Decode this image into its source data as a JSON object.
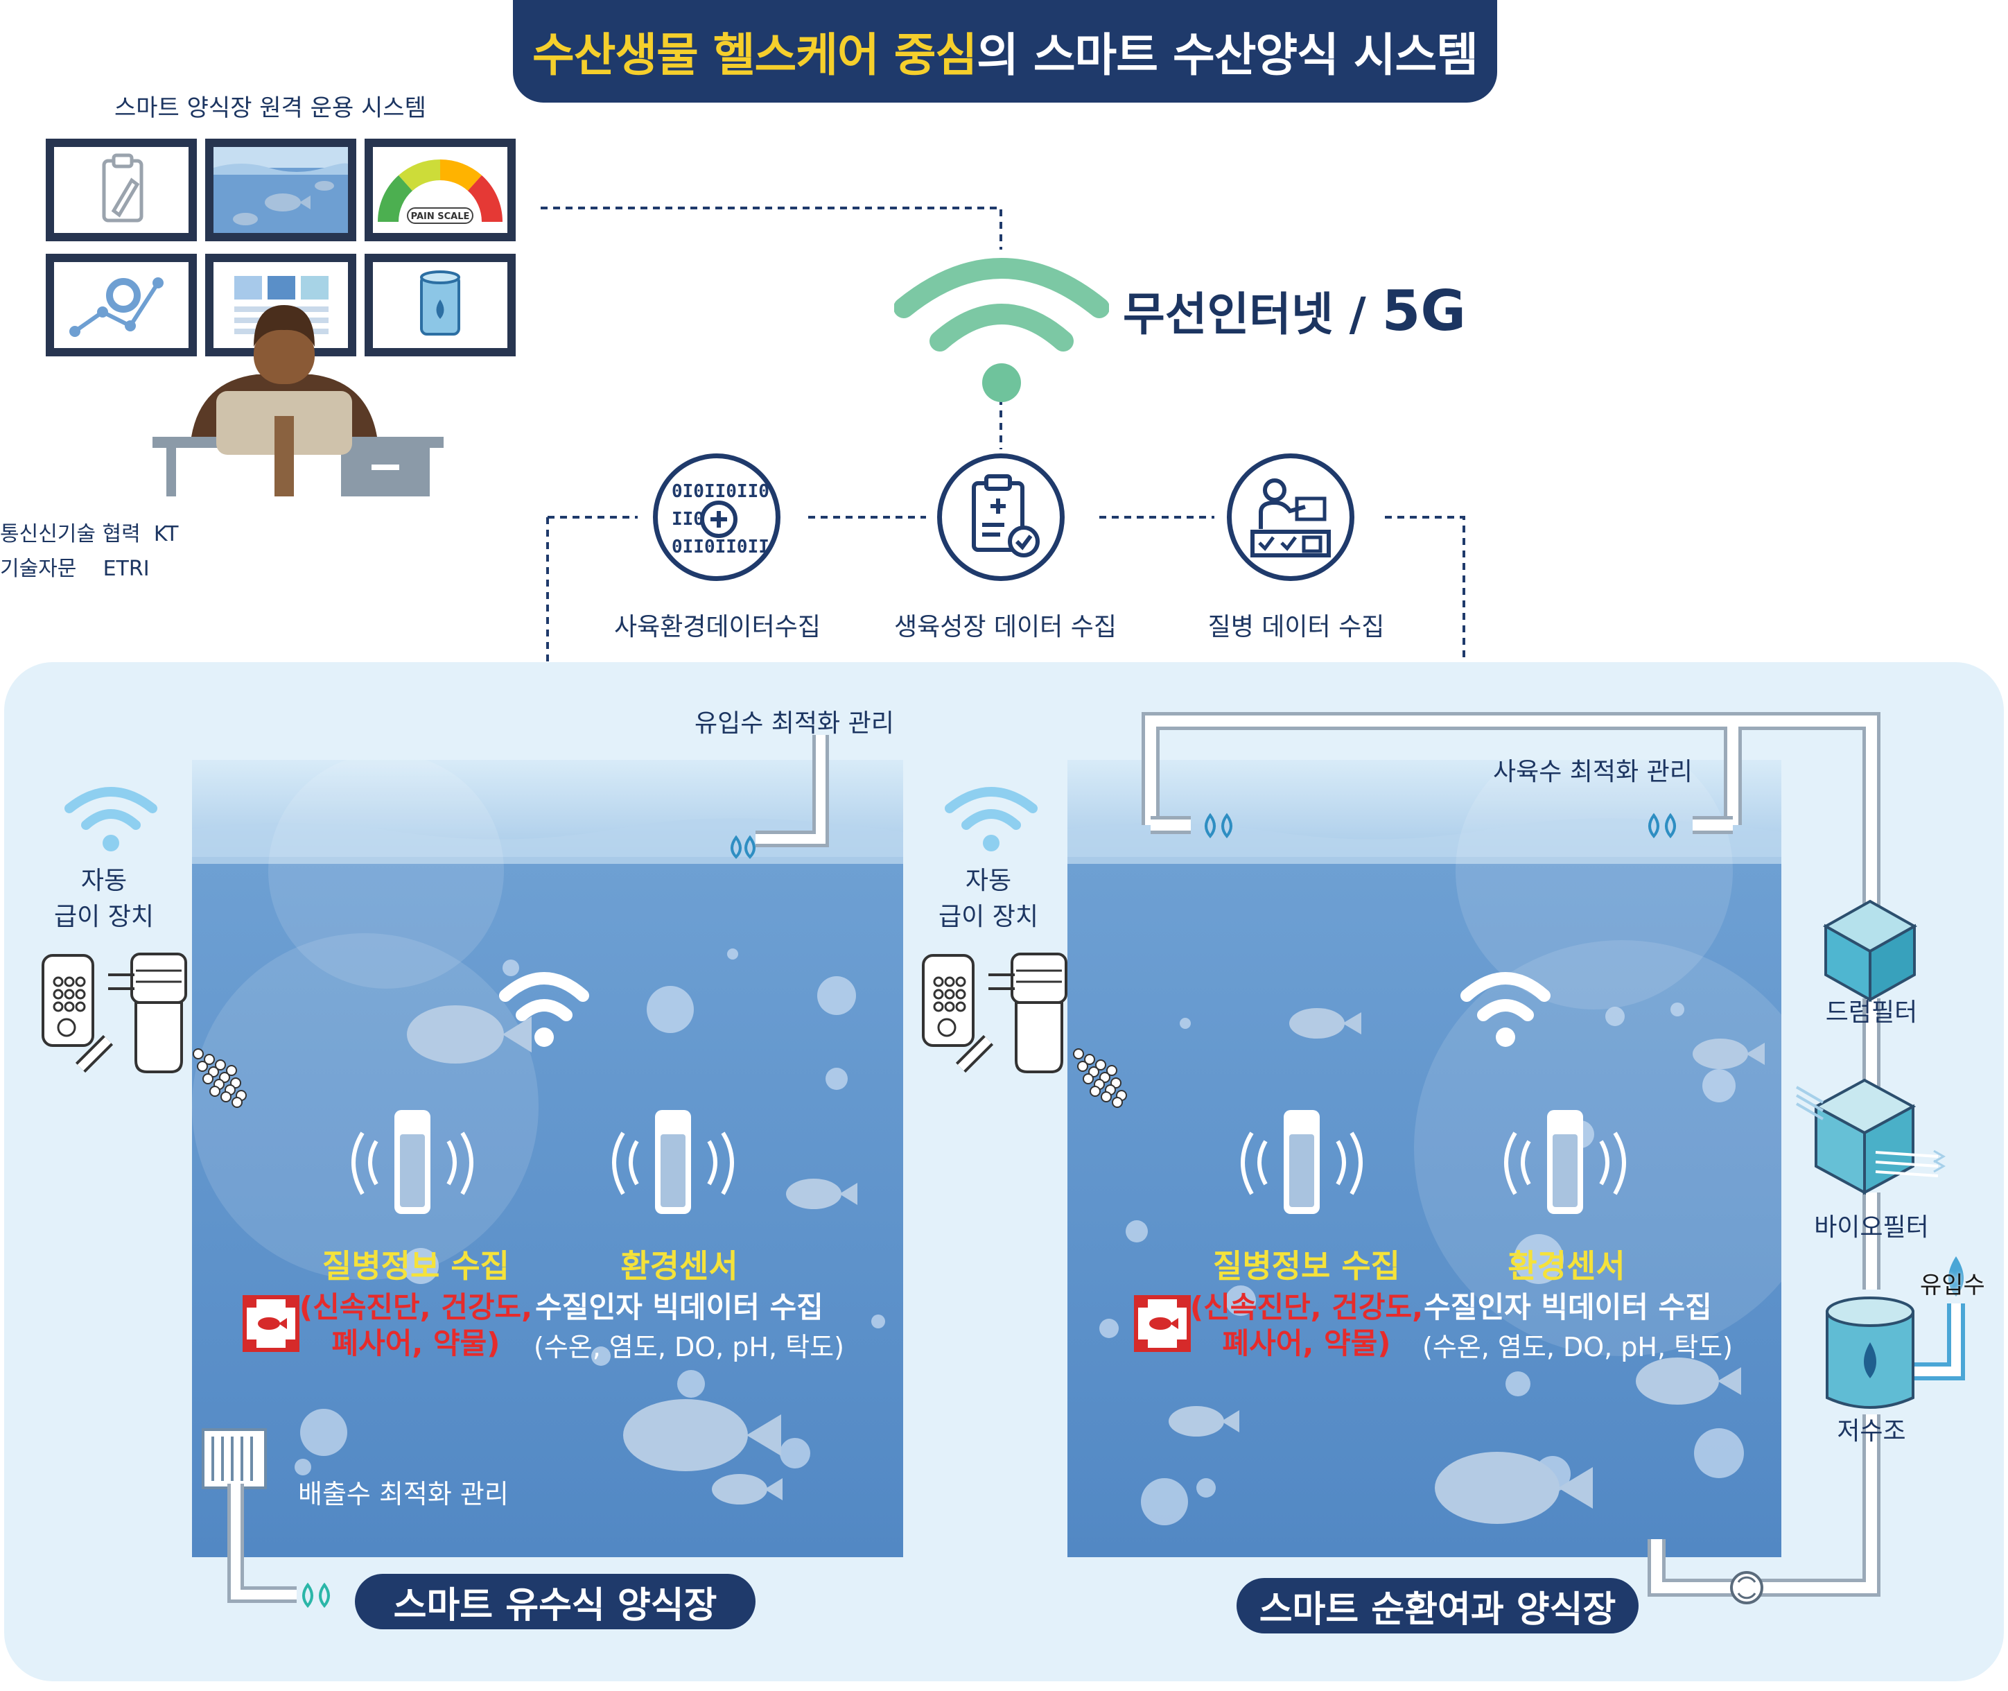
{
  "header": {
    "title_highlight_1": "수산생물 헬스케어 중심",
    "title_rest": "의 스마트 수산양식 시스템"
  },
  "remote": {
    "title": "스마트 양식장 원격 운용 시스템",
    "pain_scale_label": "PAIN SCALE",
    "partners": [
      {
        "role": "통신신기술 협력",
        "name": "KT"
      },
      {
        "role": "기술자문",
        "name": "ETRI"
      }
    ]
  },
  "network": {
    "label_ko": "무선인터넷",
    "label_sep": " / ",
    "label_5g": "5G"
  },
  "collection": [
    {
      "label": "사육환경데이터수집",
      "icon": "binary-data-icon"
    },
    {
      "label": "생육성장 데이터 수집",
      "icon": "clipboard-check-icon"
    },
    {
      "label": "질병 데이터 수집",
      "icon": "person-checklist-icon"
    }
  ],
  "flow_farm": {
    "label": "스마트 유수식 양식장",
    "inflow_label": "유입수 최적화 관리",
    "outflow_label": "배출수 최적화 관리",
    "feeder_label_1": "자동",
    "feeder_label_2": "급이 장치",
    "disease_title": "질병정보 수집",
    "disease_detail_1": "(신속진단, 건강도,",
    "disease_detail_2": "폐사어, 약물)",
    "env_title": "환경센서",
    "env_detail_1": "수질인자 빅데이터 수집",
    "env_detail_2": "(수온, 염도, DO, pH, 탁도)"
  },
  "ras_farm": {
    "label": "스마트 순환여과 양식장",
    "water_label": "사육수 최적화 관리",
    "feeder_label_1": "자동",
    "feeder_label_2": "급이 장치",
    "disease_title": "질병정보 수집",
    "disease_detail_1": "(신속진단, 건강도,",
    "disease_detail_2": "폐사어, 약물)",
    "env_title": "환경센서",
    "env_detail_1": "수질인자 빅데이터 수집",
    "env_detail_2": "(수온, 염도, DO, pH, 탁도)",
    "equipment": [
      "드럼필터",
      "바이오필터",
      "저수조"
    ],
    "inflow_label": "유입수"
  },
  "colors": {
    "navy": "#1f3a6b",
    "yellow": "#f5cf2c",
    "red": "#e62b2b",
    "wifi_green": "#7cc8a4",
    "water": "#5a8fc8"
  }
}
